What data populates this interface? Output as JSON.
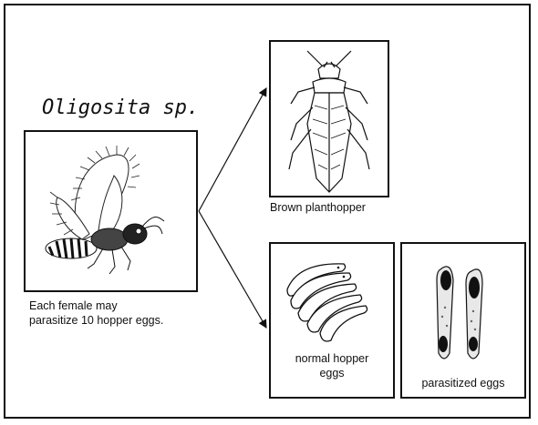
{
  "diagram": {
    "title": "Oligosita sp.",
    "wasp_caption_line1": "Each female may",
    "wasp_caption_line2": "parasitize 10 hopper eggs.",
    "planthopper_caption": "Brown planthopper",
    "normal_eggs_caption_line1": "normal hopper",
    "normal_eggs_caption_line2": "eggs",
    "parasitized_eggs_caption": "parasitized eggs"
  },
  "icons": {
    "wasp": "oligosita-wasp-illustration",
    "planthopper": "brown-planthopper-illustration",
    "normal_eggs": "normal-hopper-eggs-illustration",
    "parasitized_eggs": "parasitized-eggs-illustration",
    "arrows": "arrow-icon"
  }
}
